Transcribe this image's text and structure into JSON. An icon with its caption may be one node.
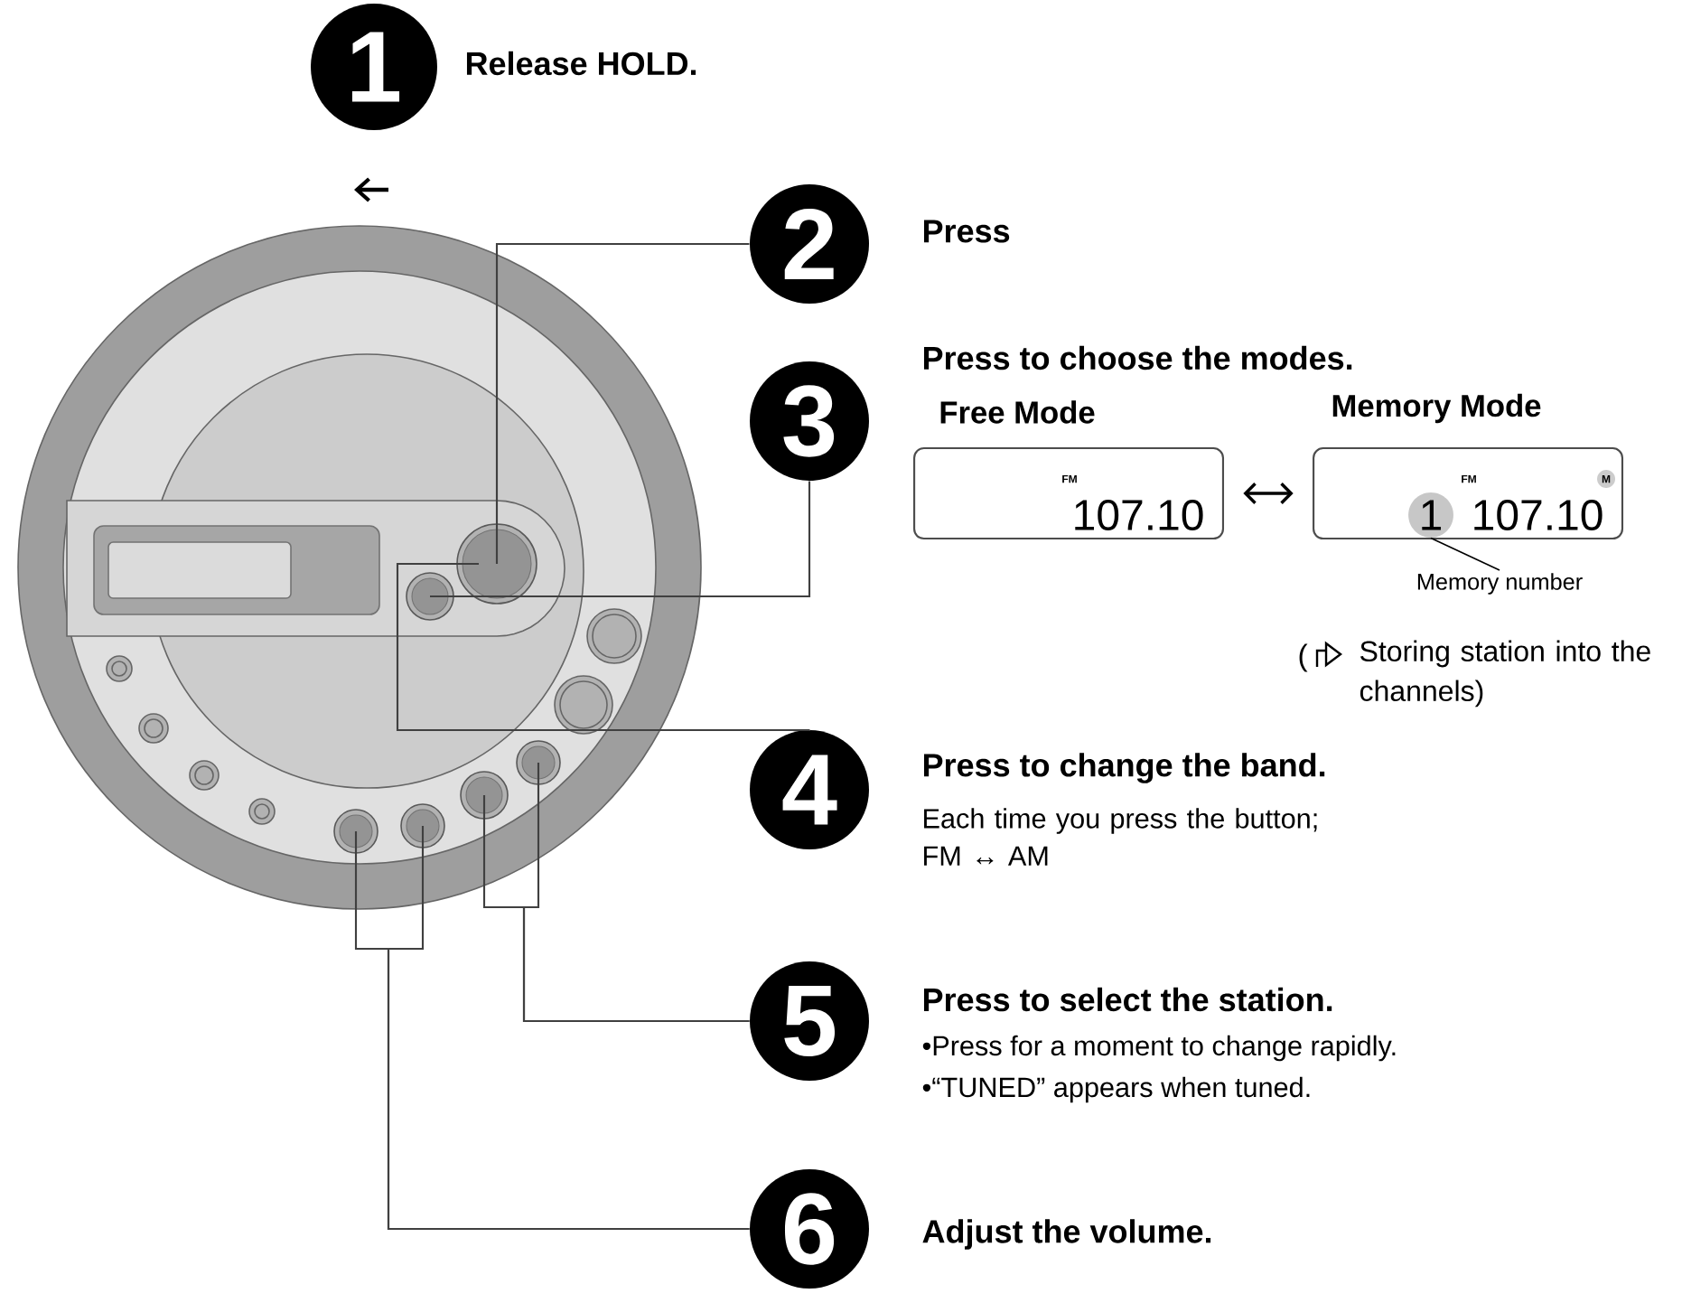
{
  "diagram": {
    "nodes": [
      {
        "text": [
          "1"
        ],
        "beside": [
          "Release HOLD."
        ]
      },
      {
        "text": [
          "2"
        ],
        "beside": [
          "Press"
        ]
      },
      {
        "text": [
          "3"
        ],
        "beside": [
          "Press to choose the modes."
        ]
      },
      {
        "text": [
          "4"
        ],
        "beside": [
          "Press to change the band.",
          "Each time you press the button; FM ↔ AM"
        ]
      },
      {
        "text": [
          "5"
        ],
        "beside": [
          "Press to select the station.",
          "•Press for a moment to change rapidly.",
          "•“TUNED” appears when tuned."
        ]
      },
      {
        "text": [
          "6"
        ],
        "beside": [
          "Adjust the volume."
        ]
      },
      {
        "text": [
          "Free Mode",
          "FM",
          "107.10"
        ]
      },
      {
        "text": [
          "Memory Mode",
          "FM",
          "M",
          "107.10"
        ]
      },
      {
        "text": [
          "Memory number"
        ]
      },
      {
        "text": [
          "1"
        ],
        "in": 7
      },
      {
        "text": [],
        "shape": "circle"
      },
      {
        "text": [],
        "shape": "circle"
      },
      {
        "text": [],
        "shape": "circle"
      },
      {
        "text": [],
        "shape": "circle"
      },
      {
        "text": [],
        "shape": "circle"
      },
      {
        "text": [],
        "shape": "circle"
      }
    ],
    "edges": [
      {
        "from": 1,
        "to": 10,
        "arrow": "none"
      },
      {
        "from": 2,
        "to": 11,
        "arrow": "none"
      },
      {
        "from": 3,
        "to": 10,
        "arrow": "none"
      },
      {
        "from": 4,
        "to": 12,
        "arrow": "none"
      },
      {
        "from": 4,
        "to": 13,
        "arrow": "none"
      },
      {
        "from": 5,
        "to": 14,
        "arrow": "none"
      },
      {
        "from": 5,
        "to": 15,
        "arrow": "none"
      },
      {
        "from": 6,
        "to": 7,
        "arrow": "both"
      },
      {
        "from": 8,
        "to": 9,
        "arrow": "none"
      }
    ],
    "labels": [
      "(",
      "Storing station into the channels)"
    ]
  }
}
